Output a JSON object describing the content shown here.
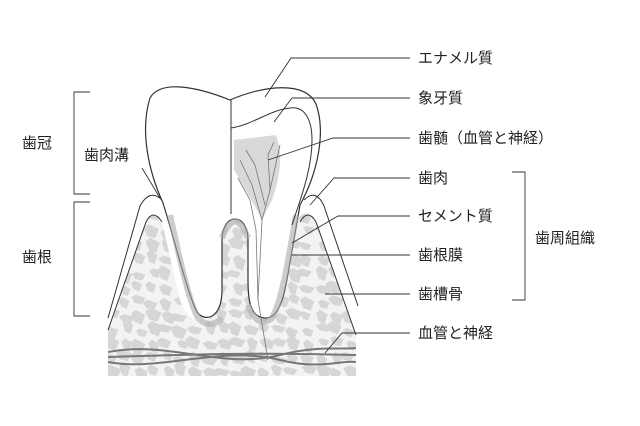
{
  "labels": {
    "enamel": "エナメル質",
    "dentin": "象牙質",
    "pulp": "歯髄（血管と神経）",
    "gingiva": "歯肉",
    "cementum": "セメント質",
    "pdl": "歯根膜",
    "alveolar_bone": "歯槽骨",
    "vessels_nerves": "血管と神経",
    "periodontium": "歯周組織",
    "crown": "歯冠",
    "root": "歯根",
    "gingival_sulcus": "歯肉溝"
  },
  "colors": {
    "line": "#333333",
    "fill_gray": "#d9d9d9",
    "vessel": "#777777"
  }
}
